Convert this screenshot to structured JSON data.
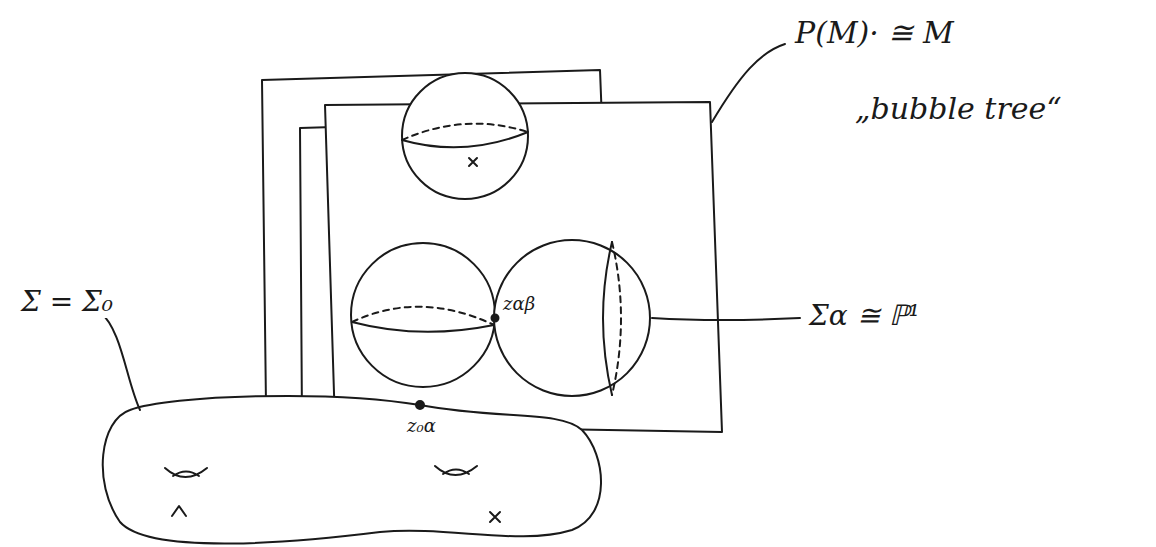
{
  "diagram": {
    "labels": [
      "P(M)· ≅ M",
      "„bubble tree“",
      "Σ = Σ₀",
      "Σα ≅ ℙ¹",
      "z₀α",
      "zαβ"
    ]
  }
}
